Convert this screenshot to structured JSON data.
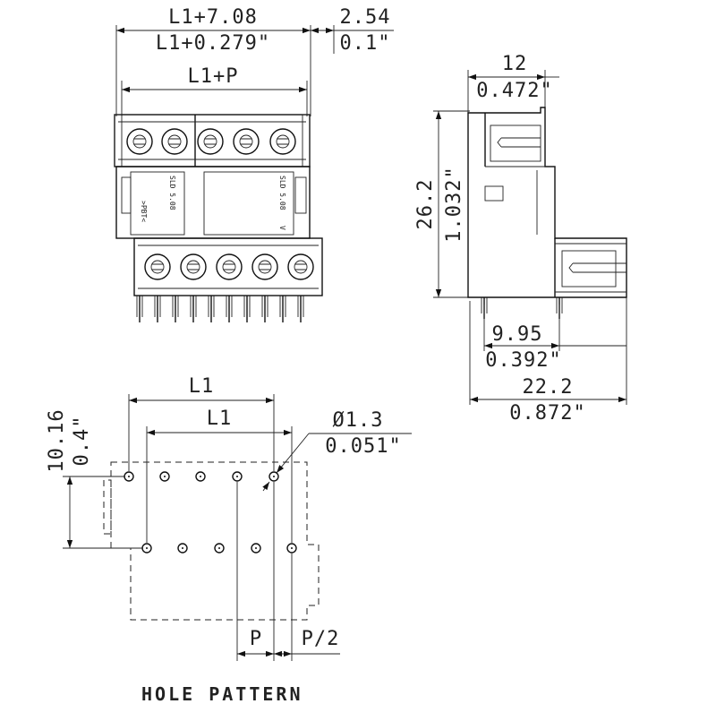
{
  "front_view": {
    "dim_overall_mm": "L1+7.08",
    "dim_overall_in": "L1+0.279\"",
    "dim_pitch_offset_mm": "2.54",
    "dim_pitch_offset_in": "0.1\"",
    "dim_l1p": "L1+P",
    "marking_left": "SLD 5.08",
    "marking_right": "SLD 5.08",
    "marking_pbt": ">PBT<",
    "marking_v": "V"
  },
  "side_view": {
    "dim_top_mm": "12",
    "dim_top_in": "0.472\"",
    "dim_height_mm": "26.2",
    "dim_height_in": "1.032\"",
    "dim_offset_mm": "9.95",
    "dim_offset_in": "0.392\"",
    "dim_depth_mm": "22.2",
    "dim_depth_in": "0.872\""
  },
  "hole_pattern": {
    "title": "HOLE PATTERN",
    "dim_l1_top": "L1",
    "dim_l1_inner": "L1",
    "dim_diameter_mm": "Ø1.3",
    "dim_diameter_in": "0.051\"",
    "dim_row_mm": "10.16",
    "dim_row_in": "0.4\"",
    "dim_pitch": "P",
    "dim_half_pitch": "P/2"
  }
}
